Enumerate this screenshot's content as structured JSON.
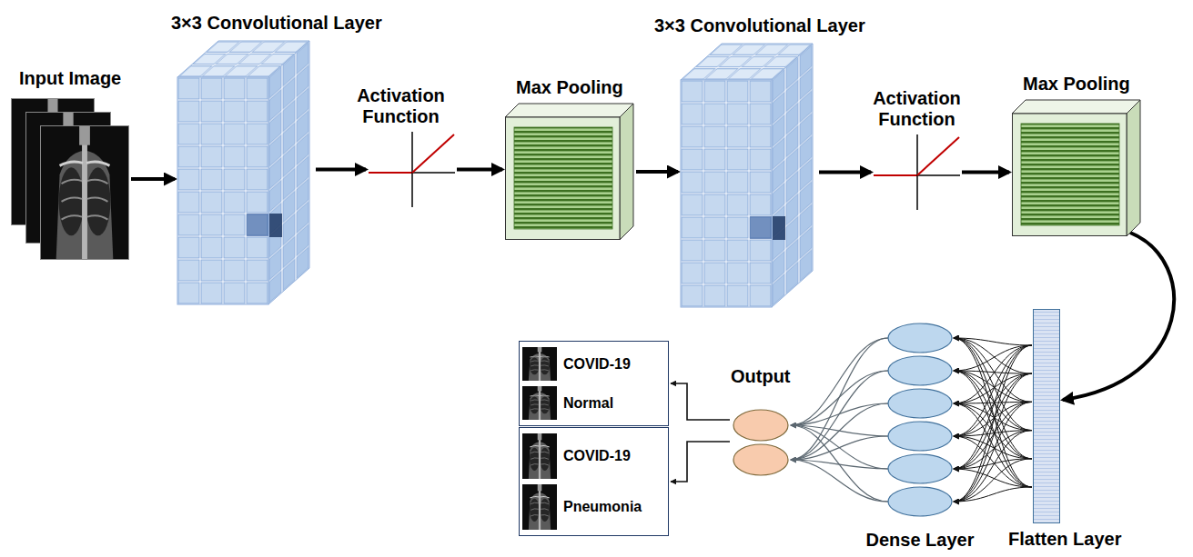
{
  "diagram": {
    "nodes": [
      {
        "text": [
          "Input Image"
        ]
      },
      {
        "text": [
          "3×3 Convolutional Layer"
        ]
      },
      {
        "text": [
          "Activation Function"
        ]
      },
      {
        "text": [
          "Max Pooling"
        ]
      },
      {
        "text": [
          "3×3 Convolutional Layer"
        ]
      },
      {
        "text": [
          "Activation Function"
        ]
      },
      {
        "text": [
          "Max Pooling"
        ]
      },
      {
        "text": [
          "Flatten Layer"
        ]
      },
      {
        "text": [
          "Dense Layer"
        ]
      },
      {
        "text": [
          "Output"
        ]
      },
      {
        "text": [
          "COVID-19",
          "Normal"
        ]
      },
      {
        "text": [
          "COVID-19",
          "Pneumonia"
        ]
      }
    ],
    "edges": [
      {
        "from": 0,
        "to": 1,
        "arrow": "to"
      },
      {
        "from": 1,
        "to": 2,
        "arrow": "to"
      },
      {
        "from": 2,
        "to": 3,
        "arrow": "to"
      },
      {
        "from": 3,
        "to": 4,
        "arrow": "to"
      },
      {
        "from": 4,
        "to": 5,
        "arrow": "to"
      },
      {
        "from": 5,
        "to": 6,
        "arrow": "to"
      },
      {
        "from": 6,
        "to": 7,
        "arrow": "to"
      },
      {
        "from": 7,
        "to": 8,
        "arrow": "to"
      },
      {
        "from": 8,
        "to": 9,
        "arrow": "to"
      },
      {
        "from": 9,
        "to": 10,
        "arrow": "to"
      },
      {
        "from": 9,
        "to": 11,
        "arrow": "to"
      }
    ]
  }
}
